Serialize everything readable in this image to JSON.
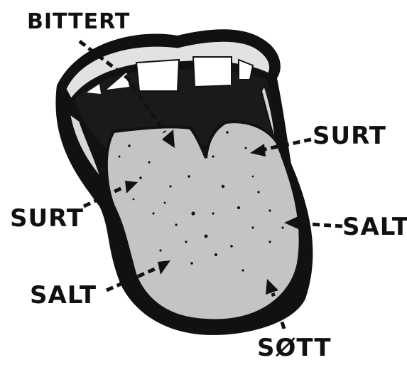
{
  "labels": {
    "bitter": "BITTERT",
    "sour_right": "SURT",
    "sour_left": "SURT",
    "salt_right": "SALT",
    "salt_left": "SALT",
    "sweet": "SØTT"
  },
  "colors": {
    "ink": "#111111",
    "tongue": "#c4c4c4",
    "mouth": "#1a1a1a",
    "lip": "#ffffff",
    "lip_shade": "#d8d8d8",
    "teeth": "#ffffff"
  }
}
